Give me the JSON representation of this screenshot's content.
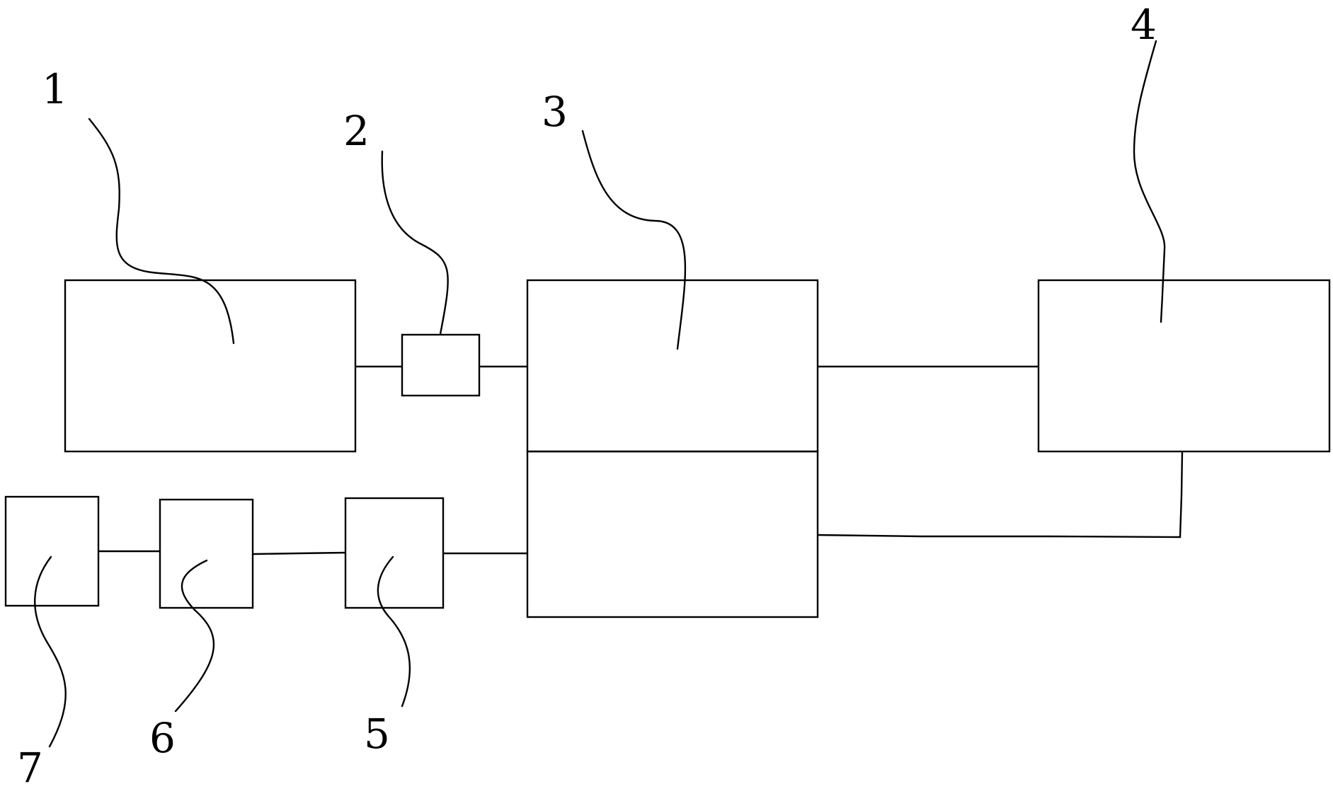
{
  "diagram": {
    "labels": {
      "n1": "1",
      "n2": "2",
      "n3": "3",
      "n4": "4",
      "n5": "5",
      "n6": "6",
      "n7": "7"
    },
    "colors": {
      "line": "#000000",
      "background": "#ffffff"
    }
  }
}
